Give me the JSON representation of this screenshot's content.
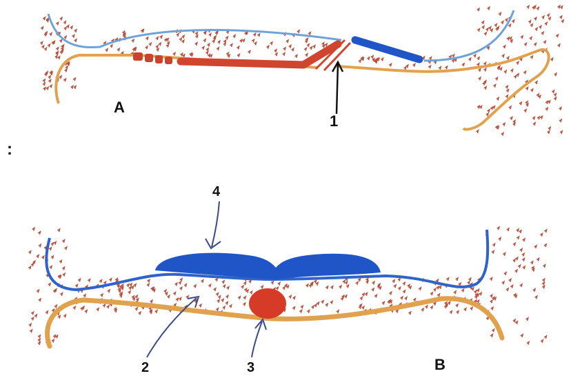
{
  "labels": {
    "a": "A",
    "b": "B",
    "n1": "1",
    "n2": "2",
    "n3": "3",
    "n4": "4",
    "colon": ":"
  },
  "colors": {
    "ectoderm_line": "#6fa3d8",
    "ectoderm_thick": "#1f55c6",
    "endoderm": "#e0a24e",
    "mesoderm_dots": "#b8503e",
    "notochord": "#d0452e",
    "label_text": "#111111"
  }
}
